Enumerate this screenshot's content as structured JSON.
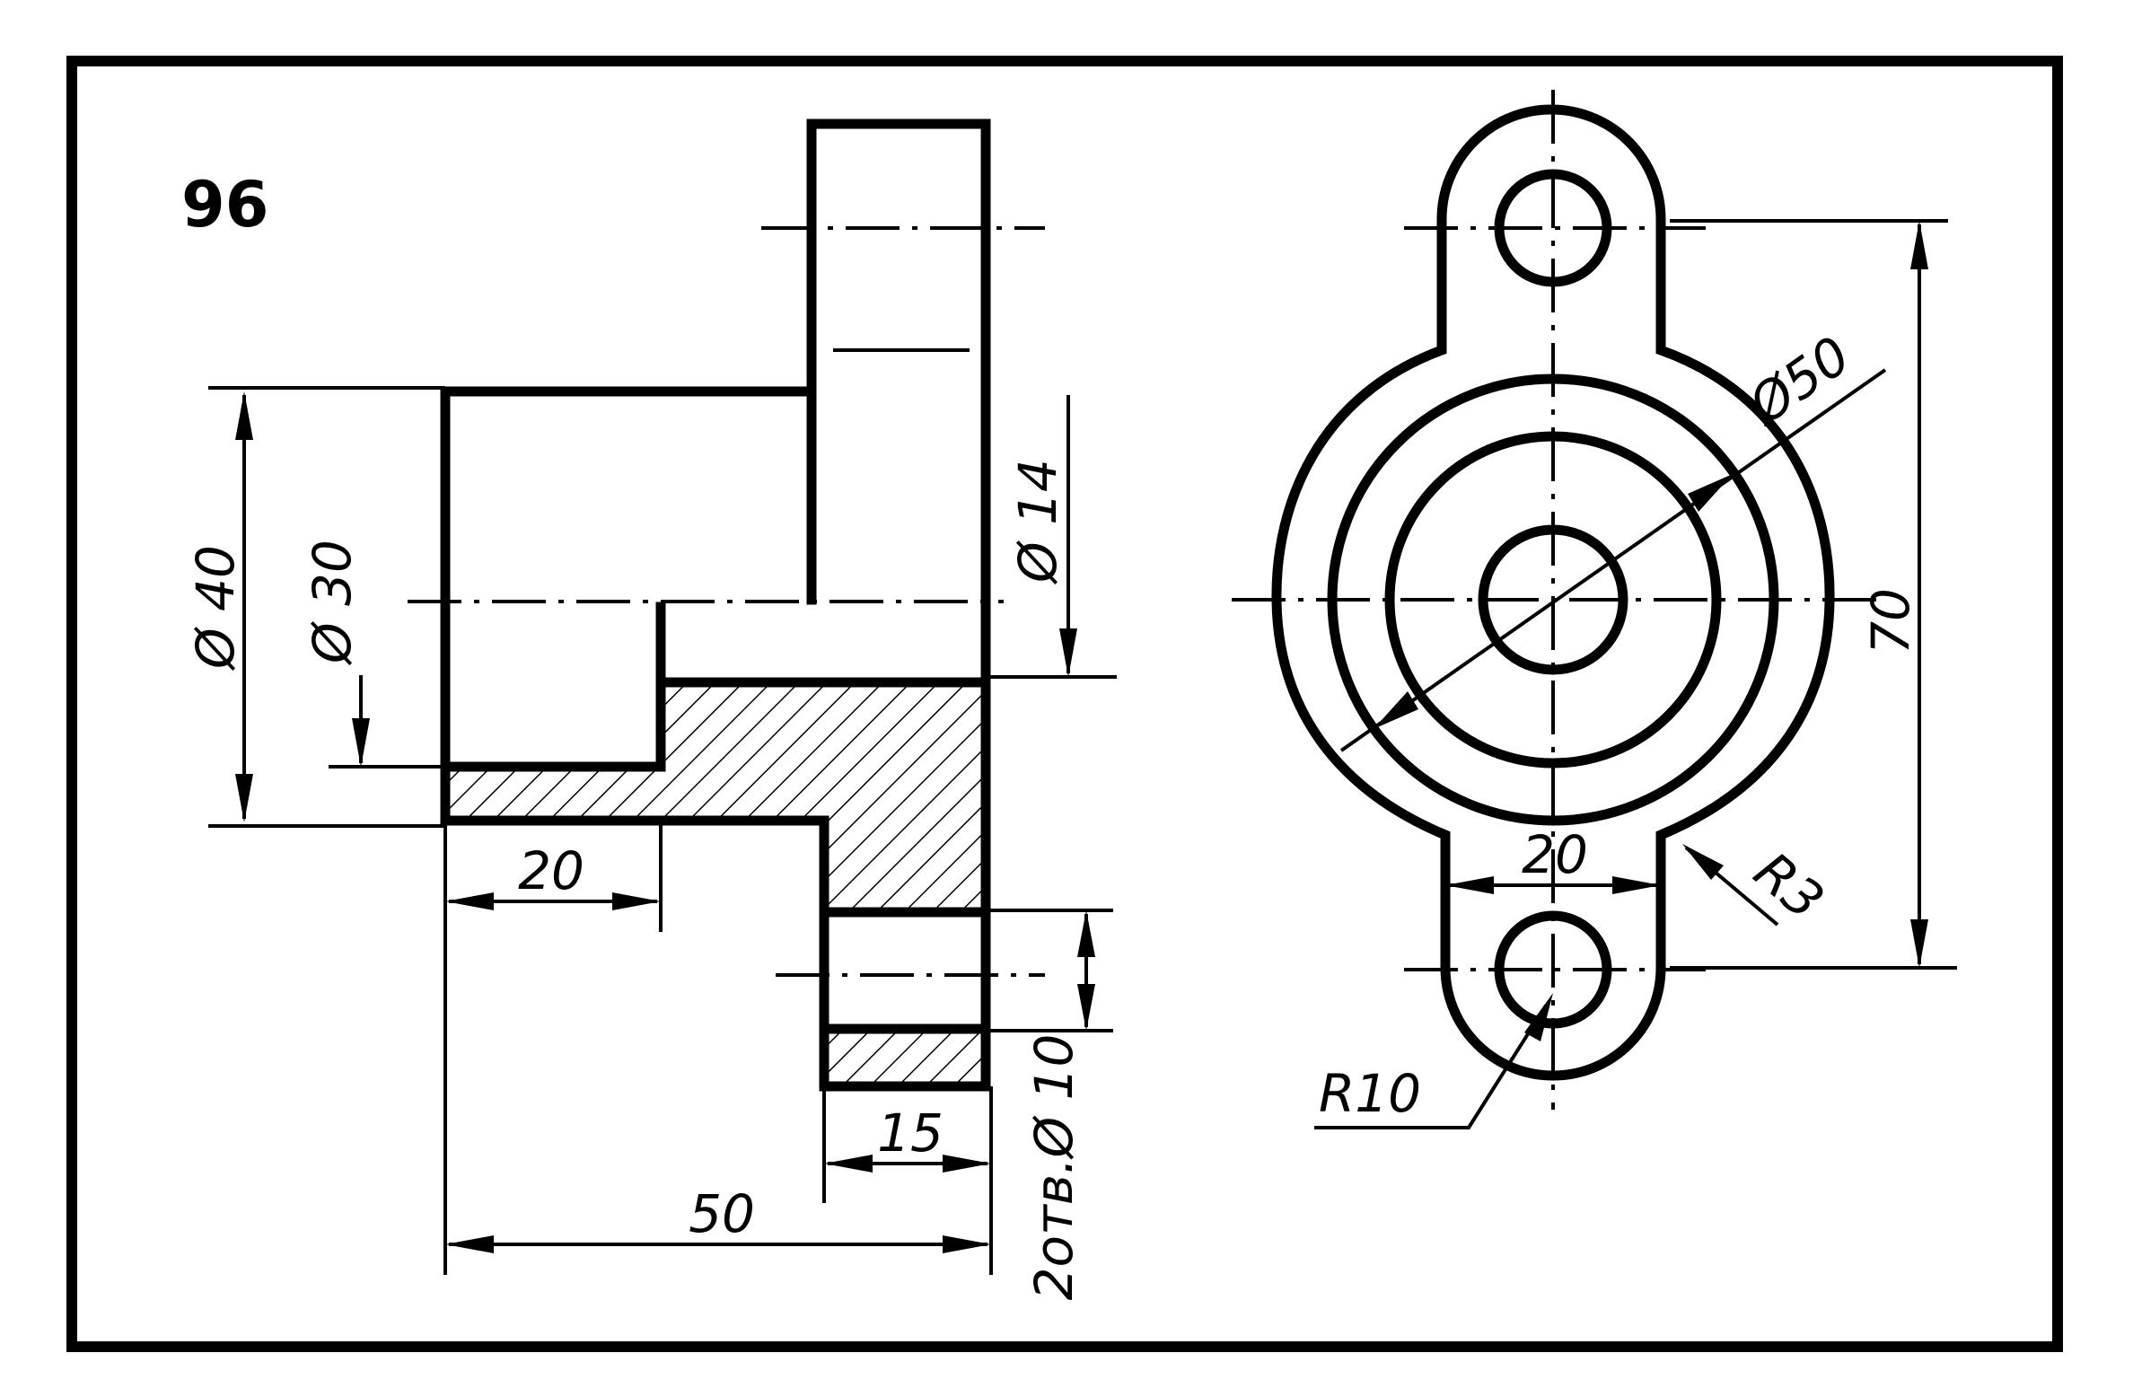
{
  "figure": {
    "number": "96"
  },
  "side_view": {
    "dims": {
      "d40": "Ø 40",
      "d30": "Ø 30",
      "d14": "Ø 14",
      "len20": "20",
      "len15": "15",
      "len50": "50",
      "holes": "2отв.Ø 10"
    }
  },
  "front_view": {
    "dims": {
      "d50": "Ø50",
      "h70": "70",
      "w20": "20",
      "r3": "R3",
      "r10": "R10"
    }
  }
}
